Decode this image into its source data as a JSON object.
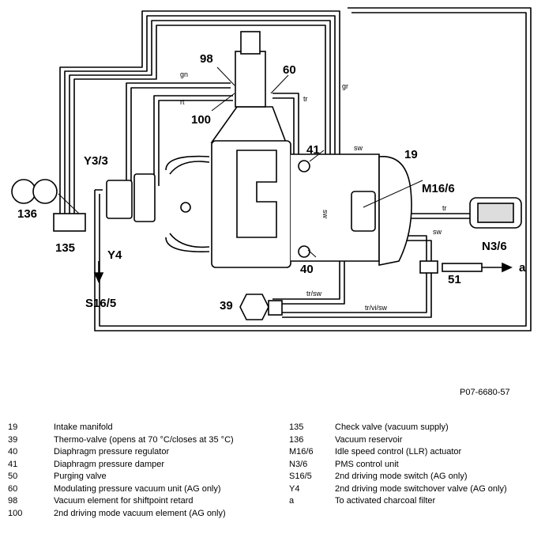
{
  "diagram": {
    "labels": {
      "l19": "19",
      "l39": "39",
      "l40": "40",
      "l41": "41",
      "l51": "51",
      "l60": "60",
      "l98": "98",
      "l100": "100",
      "l135": "135",
      "l136": "136",
      "y33": "Y3/3",
      "y4": "Y4",
      "m166": "M16/6",
      "n36": "N3/6",
      "s165": "S16/5",
      "a": "a"
    },
    "wire_colors": {
      "gn": "gn",
      "rt": "rt",
      "tr_top": "tr",
      "gr": "gr",
      "sw_top": "sw",
      "sw_vert": "sw",
      "tr_right": "tr",
      "sw_right": "sw",
      "trsw": "tr/sw",
      "trvisw": "tr/vi/sw"
    }
  },
  "reference": "P07-6680-57",
  "legend": {
    "left": [
      {
        "code": "19",
        "desc": "Intake manifold"
      },
      {
        "code": "39",
        "desc": "Thermo-valve (opens at 70 °C/closes at 35 °C)"
      },
      {
        "code": "40",
        "desc": "Diaphragm pressure regulator"
      },
      {
        "code": "41",
        "desc": "Diaphragm pressure damper"
      },
      {
        "code": "50",
        "desc": "Purging valve"
      },
      {
        "code": "60",
        "desc": "Modulating pressure vacuum unit (AG only)"
      },
      {
        "code": "98",
        "desc": "Vacuum element for shiftpoint retard"
      },
      {
        "code": "100",
        "desc": "2nd driving mode vacuum element (AG only)"
      }
    ],
    "right": [
      {
        "code": "135",
        "desc": "Check valve (vacuum supply)"
      },
      {
        "code": "136",
        "desc": "Vacuum reservoir"
      },
      {
        "code": "M16/6",
        "desc": "Idle speed control (LLR) actuator"
      },
      {
        "code": "N3/6",
        "desc": "PMS control unit"
      },
      {
        "code": "S16/5",
        "desc": "2nd driving mode switch (AG only)"
      },
      {
        "code": "Y4",
        "desc": "2nd driving mode switchover valve (AG only)"
      },
      {
        "code": "a",
        "desc": "To activated charcoal filter"
      }
    ]
  }
}
